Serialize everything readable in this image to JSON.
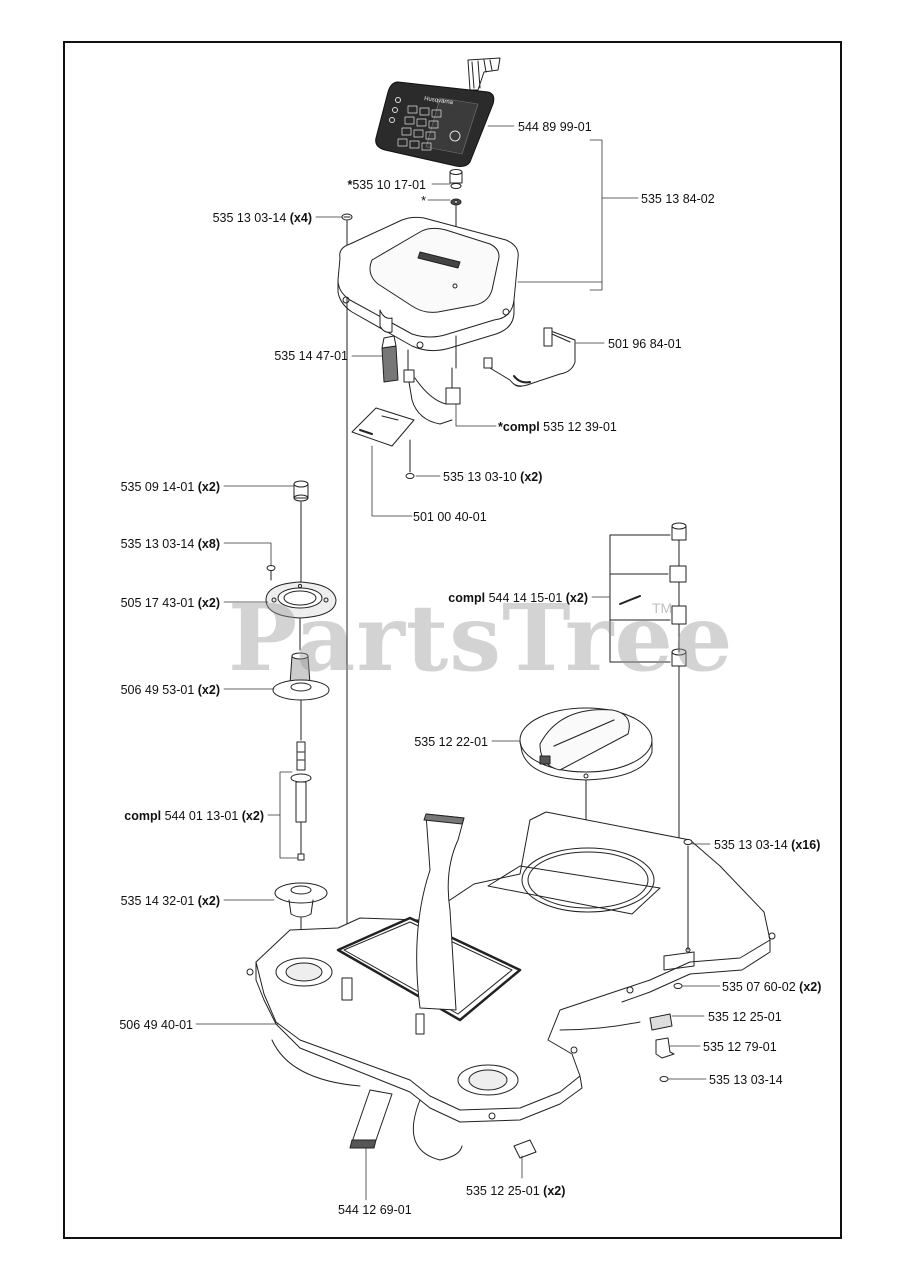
{
  "watermark": {
    "text": "PartsTree",
    "tm": "TM"
  },
  "keypad_logo": "Husqvarna",
  "callouts": [
    {
      "id": "keypad-overlay",
      "pfx": "",
      "part": "544 89 99-01",
      "qty": ""
    },
    {
      "id": "cover-assembly",
      "pfx": "",
      "part": "535 13 84-02",
      "qty": ""
    },
    {
      "id": "knob",
      "pfx": "*",
      "part": "535 10 17-01",
      "qty": ""
    },
    {
      "id": "washer",
      "pfx": "",
      "part": "*",
      "qty": ""
    },
    {
      "id": "screw-top",
      "pfx": "",
      "part": "535 13 03-14",
      "qty": "(x4)"
    },
    {
      "id": "cable-harness",
      "pfx": "",
      "part": "501 96 84-01",
      "qty": ""
    },
    {
      "id": "connector-block",
      "pfx": "",
      "part": "535 14 47-01",
      "qty": ""
    },
    {
      "id": "switch-compl",
      "pfx": "*compl",
      "part": "535 12 39-01",
      "qty": ""
    },
    {
      "id": "screw-board",
      "pfx": "",
      "part": "535 13 03-10",
      "qty": "(x2)"
    },
    {
      "id": "circuit-board",
      "pfx": "",
      "part": "501 00 40-01",
      "qty": ""
    },
    {
      "id": "spacer",
      "pfx": "",
      "part": "535 09 14-01",
      "qty": "(x2)"
    },
    {
      "id": "screw-plate",
      "pfx": "",
      "part": "535 13 03-14",
      "qty": "(x8)"
    },
    {
      "id": "bearing-plate",
      "pfx": "",
      "part": "505 17 43-01",
      "qty": "(x2)"
    },
    {
      "id": "hinge-compl",
      "pfx": "compl",
      "part": "544 14 15-01",
      "qty": "(x2)"
    },
    {
      "id": "bellows",
      "pfx": "",
      "part": "506 49 53-01",
      "qty": "(x2)"
    },
    {
      "id": "lid-disc",
      "pfx": "",
      "part": "535 12 22-01",
      "qty": ""
    },
    {
      "id": "shaft-compl",
      "pfx": "compl",
      "part": "544 01 13-01",
      "qty": "(x2)"
    },
    {
      "id": "screw-chassis",
      "pfx": "",
      "part": "535 13 03-14",
      "qty": "(x16)"
    },
    {
      "id": "bushing",
      "pfx": "",
      "part": "535 14 32-01",
      "qty": "(x2)"
    },
    {
      "id": "pin",
      "pfx": "",
      "part": "535 07 60-02",
      "qty": "(x2)"
    },
    {
      "id": "chassis",
      "pfx": "",
      "part": "506 49 40-01",
      "qty": ""
    },
    {
      "id": "clip",
      "pfx": "",
      "part": "535 12 25-01",
      "qty": ""
    },
    {
      "id": "bracket",
      "pfx": "",
      "part": "535 12 79-01",
      "qty": ""
    },
    {
      "id": "screw-bracket",
      "pfx": "",
      "part": "535 13 03-14",
      "qty": ""
    },
    {
      "id": "clip-bottom",
      "pfx": "",
      "part": "535 12 25-01",
      "qty": "(x2)"
    },
    {
      "id": "ribbon-cable",
      "pfx": "",
      "part": "544 12 69-01",
      "qty": ""
    }
  ]
}
